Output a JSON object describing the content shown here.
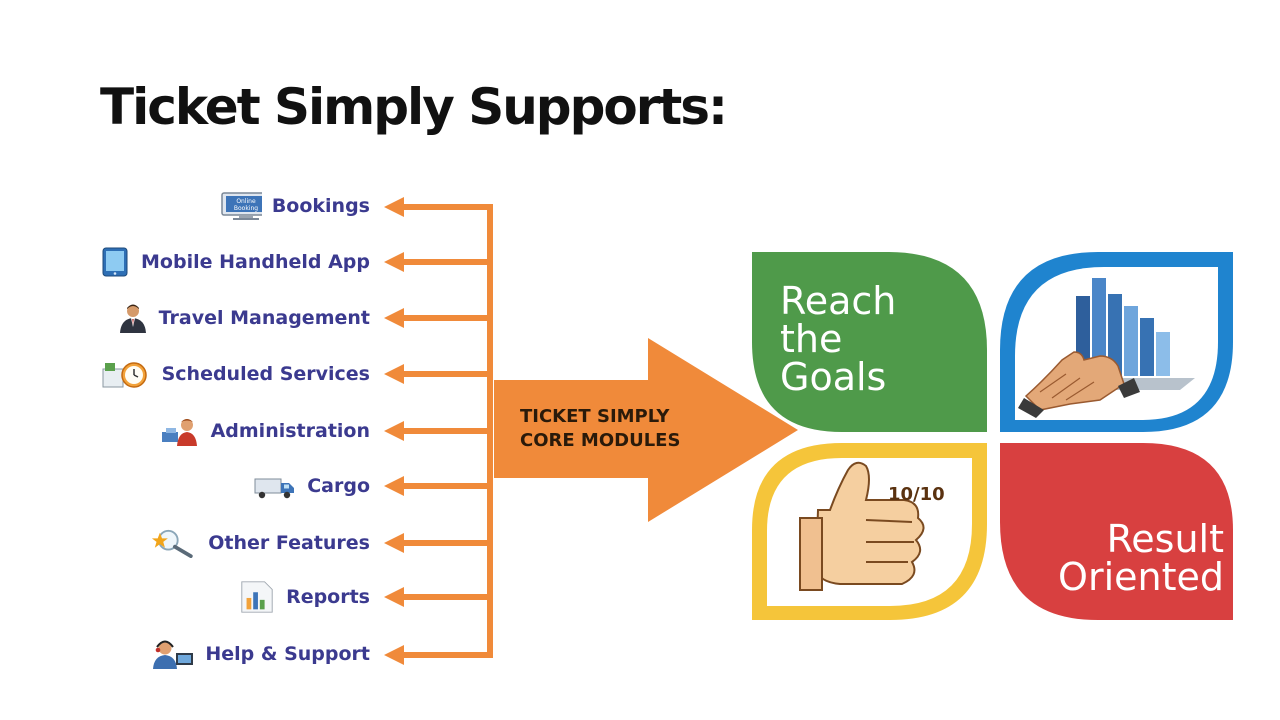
{
  "title": "Ticket Simply Supports:",
  "core": {
    "line1": "TICKET SIMPLY",
    "line2": "CORE MODULES"
  },
  "modules": [
    {
      "label": "Bookings",
      "icon": "online-booking-monitor-icon",
      "icon_text": [
        "Online",
        "Booking"
      ]
    },
    {
      "label": "Mobile Handheld App",
      "icon": "tablet-icon"
    },
    {
      "label": "Travel Management",
      "icon": "businessman-icon"
    },
    {
      "label": "Scheduled Services",
      "icon": "alarm-clock-icon"
    },
    {
      "label": "Administration",
      "icon": "admin-user-icon"
    },
    {
      "label": "Cargo",
      "icon": "truck-icon"
    },
    {
      "label": "Other Features",
      "icon": "magnifier-star-icon"
    },
    {
      "label": "Reports",
      "icon": "bar-report-icon"
    },
    {
      "label": "Help & Support",
      "icon": "support-agent-icon"
    }
  ],
  "tiles": {
    "reach": {
      "line1": "Reach",
      "line2": "the",
      "line3": "Goals"
    },
    "result": {
      "line1": "Result",
      "line2": "Oriented"
    },
    "score": "10/10"
  },
  "colors": {
    "arrow": "#f08a3a",
    "module_text": "#3b3a8f",
    "green": "#4f9a4a",
    "blue": "#1f84cf",
    "yellow": "#f5c53a",
    "red": "#d84040"
  }
}
